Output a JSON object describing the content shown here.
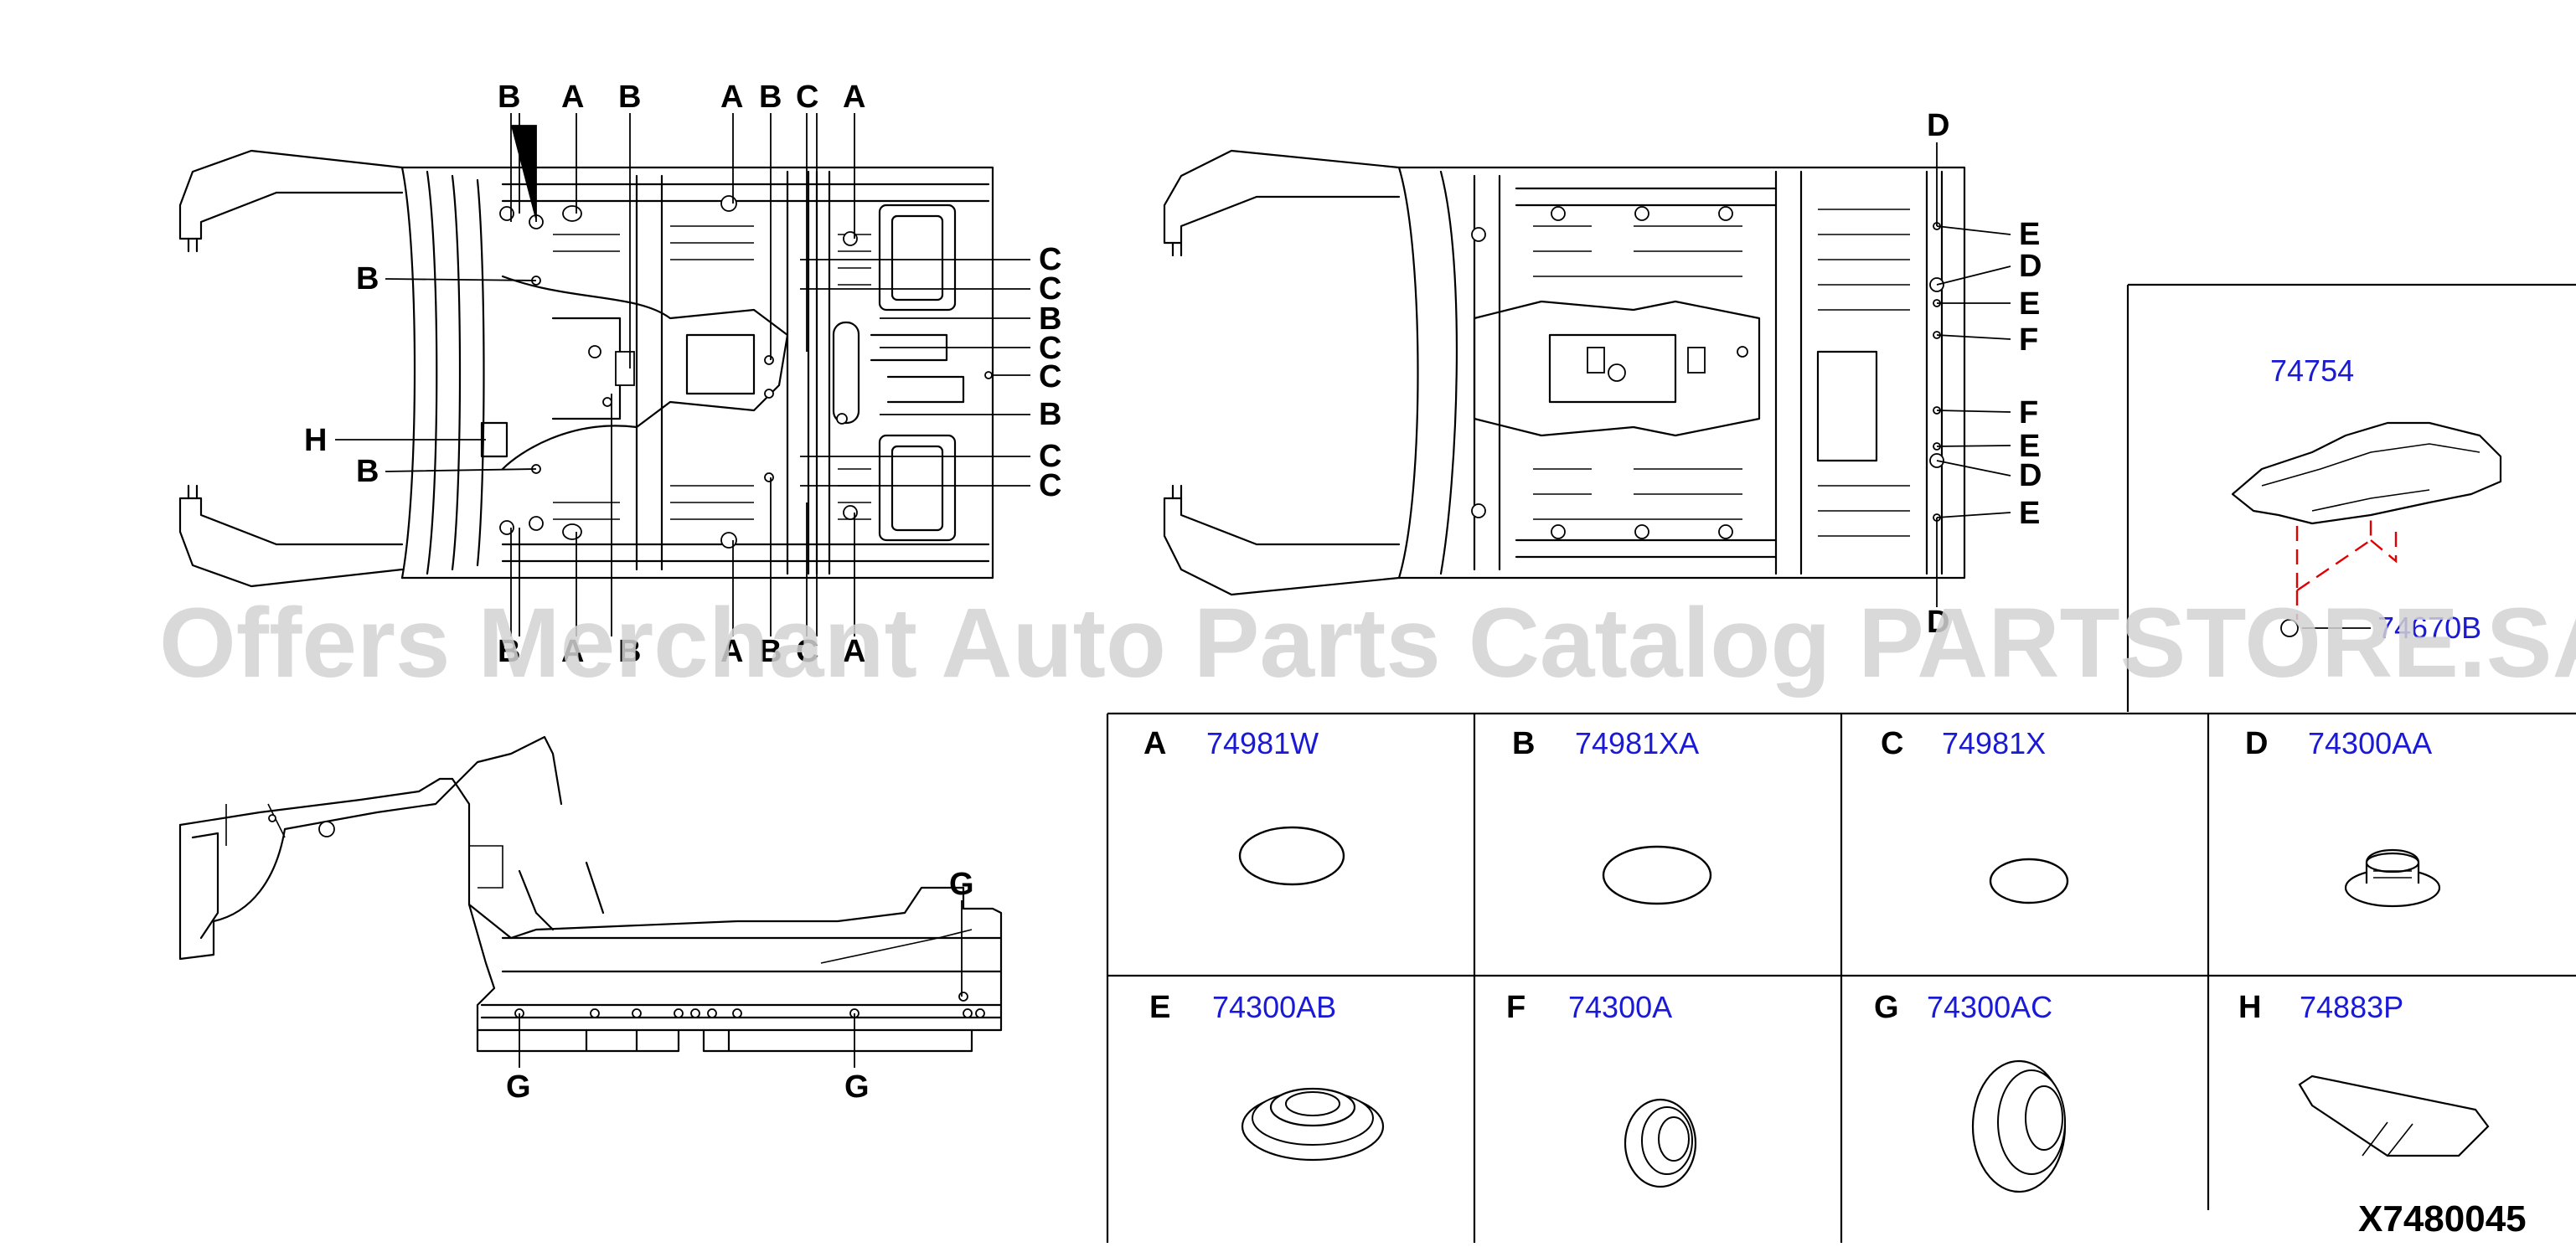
{
  "callouts": {
    "top_left": [
      "B",
      "A",
      "B",
      "A",
      "B",
      "C",
      "A",
      "B",
      "H",
      "B",
      "C",
      "C",
      "B",
      "C",
      "C",
      "B",
      "C",
      "C",
      "B",
      "A",
      "B",
      "A",
      "B",
      "C",
      "A"
    ],
    "top_right": [
      "D",
      "E",
      "D",
      "E",
      "F",
      "F",
      "E",
      "D",
      "E",
      "D"
    ],
    "side": [
      "G",
      "G",
      "G"
    ]
  },
  "inset": {
    "part_a": "74754",
    "part_b": "74670B"
  },
  "table": [
    {
      "letter": "A",
      "part": "74981W",
      "shape": "oval-large"
    },
    {
      "letter": "B",
      "part": "74981XA",
      "shape": "oval-medium"
    },
    {
      "letter": "C",
      "part": "74981X",
      "shape": "oval-small"
    },
    {
      "letter": "D",
      "part": "74300AA",
      "shape": "push-clip"
    },
    {
      "letter": "E",
      "part": "74300AB",
      "shape": "grommet-flat"
    },
    {
      "letter": "F",
      "part": "74300A",
      "shape": "grommet-side"
    },
    {
      "letter": "G",
      "part": "74300AC",
      "shape": "grommet-large"
    },
    {
      "letter": "H",
      "part": "74883P",
      "shape": "pad"
    }
  ],
  "watermark": "Offers Merchant Auto Parts Catalog PARTSTORE.SA",
  "diagram_code": "X7480045"
}
